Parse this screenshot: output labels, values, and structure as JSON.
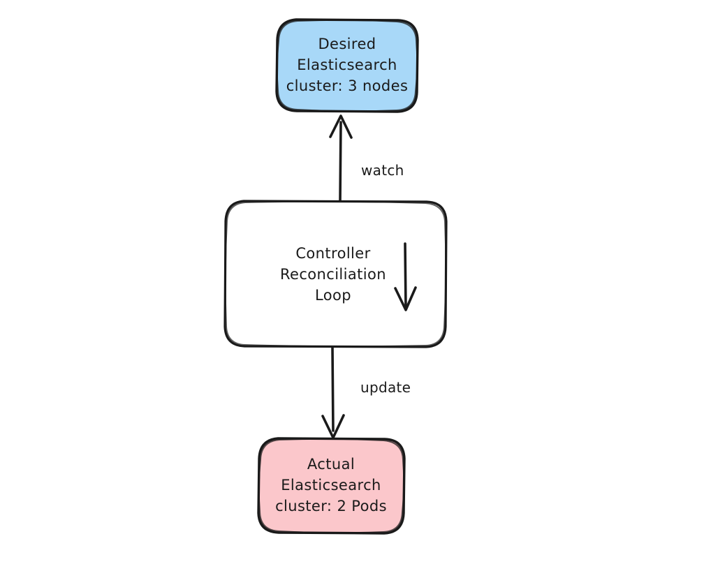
{
  "diagram": {
    "title": "Controller Reconciliation Loop",
    "type": "flowchart",
    "style": "hand-drawn",
    "background_color": "#ffffff",
    "stroke_color": "#1a1a1a",
    "nodes": [
      {
        "id": "desired",
        "name": "desired-state-node",
        "shape": "rounded-rectangle",
        "fill_color": "#a8d8f8",
        "stroke_color": "#1a1a1a",
        "lines": [
          "Desired",
          "Elasticsearch",
          "cluster: 3 nodes"
        ],
        "text": "Desired Elasticsearch cluster: 3 nodes"
      },
      {
        "id": "controller",
        "name": "controller-node",
        "shape": "rounded-rectangle",
        "fill_color": "#ffffff",
        "stroke_color": "#1a1a1a",
        "lines": [
          "Controller",
          "Reconciliation",
          "Loop"
        ],
        "text": "Controller Reconciliation Loop",
        "inner_icon": "down-arrow-icon"
      },
      {
        "id": "actual",
        "name": "actual-state-node",
        "shape": "rounded-rectangle",
        "fill_color": "#fbc7cb",
        "stroke_color": "#1a1a1a",
        "lines": [
          "Actual",
          "Elasticsearch",
          "cluster: 2 Pods"
        ],
        "text": "Actual Elasticsearch cluster: 2 Pods"
      }
    ],
    "edges": [
      {
        "id": "watch",
        "name": "edge-watch",
        "label": "watch",
        "from": "controller",
        "to": "desired",
        "direction": "up",
        "arrowhead": "end"
      },
      {
        "id": "update",
        "name": "edge-update",
        "label": "update",
        "from": "controller",
        "to": "actual",
        "direction": "down",
        "arrowhead": "end"
      }
    ]
  }
}
